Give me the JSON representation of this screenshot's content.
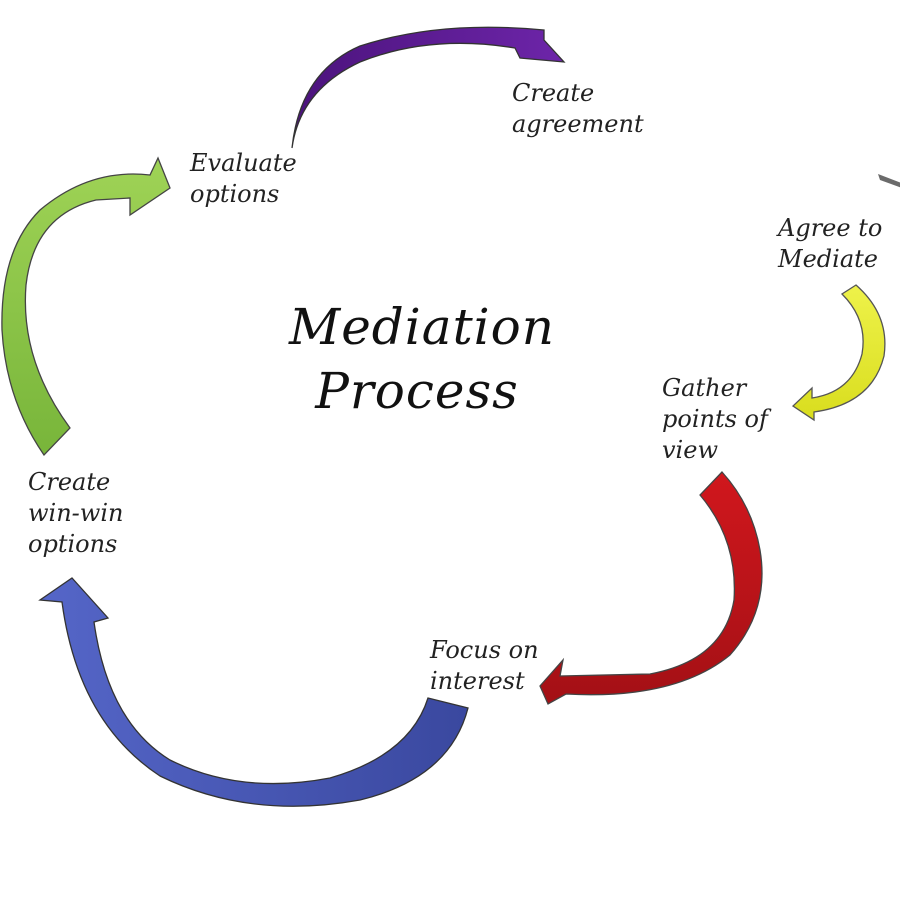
{
  "title": {
    "line1": "Mediation",
    "line2": "Process"
  },
  "steps": [
    {
      "id": "agree-to-mediate",
      "lines": [
        "Agree to",
        "Mediate"
      ],
      "arrow_color": "#e7ec3a"
    },
    {
      "id": "gather-points-of-view",
      "lines": [
        "Gather",
        "points of",
        "view"
      ],
      "arrow_color": "#c2151b"
    },
    {
      "id": "focus-on-interest",
      "lines": [
        "Focus on",
        "interest"
      ],
      "arrow_color": "#e0201e"
    },
    {
      "id": "create-win-win-options",
      "lines": [
        "Create",
        "win-win",
        "options"
      ],
      "arrow_color": "#4656b6"
    },
    {
      "id": "evaluate-options",
      "lines": [
        "Evaluate",
        "options"
      ],
      "arrow_color": "#86c43b"
    },
    {
      "id": "create-agreement",
      "lines": [
        "Create",
        "agreement"
      ],
      "arrow_color": "#5a1a93"
    }
  ]
}
